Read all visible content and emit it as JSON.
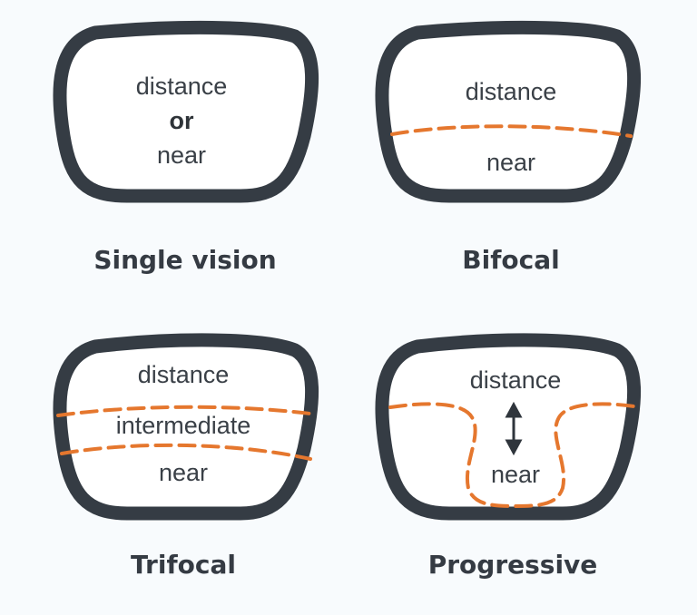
{
  "panels": [
    {
      "caption": "Single vision",
      "labels": [
        "distance",
        "or",
        "near"
      ]
    },
    {
      "caption": "Bifocal",
      "labels": [
        "distance",
        "near"
      ]
    },
    {
      "caption": "Trifocal",
      "labels": [
        "distance",
        "intermediate",
        "near"
      ]
    },
    {
      "caption": "Progressive",
      "labels": [
        "distance",
        "near"
      ]
    }
  ],
  "colors": {
    "frame": "#353c44",
    "zone_line": "#e5772e",
    "text": "#3a4047",
    "background": "#f8fbfd"
  },
  "icons": {
    "progressive_arrow": "double-arrow-vertical-icon"
  }
}
